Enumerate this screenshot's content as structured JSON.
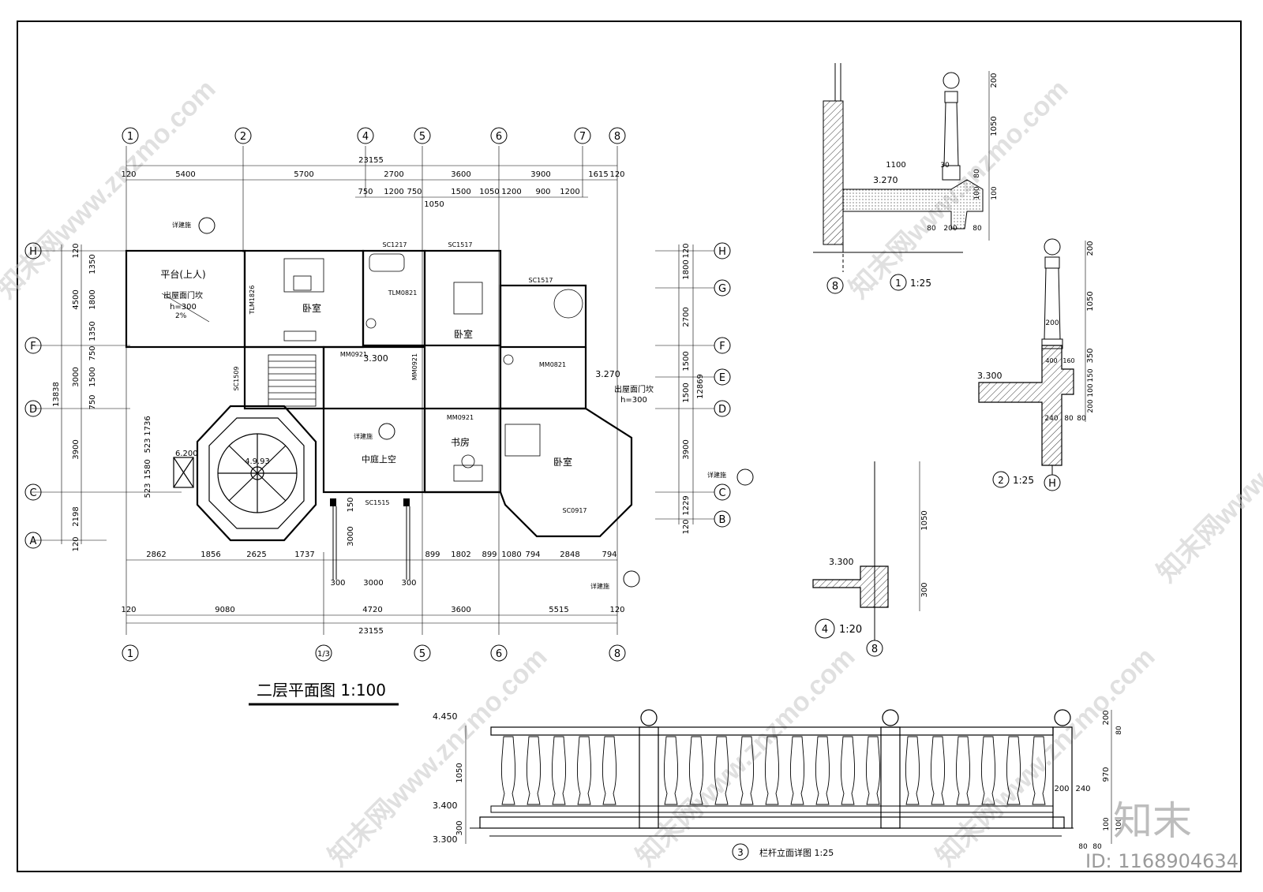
{
  "drawing": {
    "plan_title": "二层平面图 1:100",
    "logo_text": "知末",
    "id_text": "ID: 1168904634"
  },
  "axes_top": [
    "1",
    "2",
    "4",
    "5",
    "6",
    "7",
    "8"
  ],
  "axes_bottom": [
    "1",
    "1/3",
    "5",
    "6",
    "8"
  ],
  "axes_left": [
    "H",
    "F",
    "D",
    "C",
    "A"
  ],
  "axes_right": [
    "H",
    "G",
    "F",
    "E",
    "D",
    "C",
    "B"
  ],
  "dims": {
    "total": "23155",
    "top_row1": [
      "120",
      "5400",
      "5700",
      "2700",
      "3600",
      "3900",
      "1615",
      "120"
    ],
    "top_row2": [
      "750",
      "1200",
      "750",
      "1500",
      "1050",
      "1200",
      "900",
      "1200"
    ],
    "top_extra": "1050",
    "left_outer": "13838",
    "left_inner": [
      "120",
      "1350",
      "4500",
      "1800",
      "1350",
      "750",
      "3000",
      "1500",
      "750",
      "3900",
      "1736",
      "523",
      "1580",
      "523",
      "2198",
      "120"
    ],
    "right_outer": "12869",
    "right_inner": [
      "120",
      "1800",
      "2700",
      "1500",
      "1500",
      "3900",
      "1229",
      "120"
    ],
    "bottom_row1": [
      "2862",
      "1856",
      "2625",
      "1737",
      "899",
      "1802",
      "899",
      "1080",
      "794",
      "2848",
      "794"
    ],
    "bottom_row2": [
      "120",
      "9080",
      "4720",
      "3600",
      "5515",
      "120"
    ],
    "porch": [
      "300",
      "3000",
      "300",
      "3000",
      "150"
    ]
  },
  "rooms": {
    "terrace": "平台(上人)",
    "terrace_door": "出屋面门坎",
    "terrace_h": "h=300",
    "slope": "2%",
    "bedroom1": "卧室",
    "bedroom2": "卧室",
    "bedroom3": "卧室",
    "study": "书房",
    "atrium": "中庭上空",
    "roof_door": "出屋面门坎",
    "roof_h": "h=300",
    "elev_3300": "3.300",
    "elev_3270": "3.270",
    "elev_6200": "6.200",
    "stair_dim": "4.9.93"
  },
  "tags": {
    "sc1217": "SC1217",
    "sc1517a": "SC1517",
    "sc1517b": "SC1517",
    "sc1509": "SC1509",
    "sc1515": "SC1515",
    "sc0917": "SC0917",
    "tlm1826": "TLM1826",
    "tlm0821": "TLM0821",
    "mm0921a": "MM0921",
    "mm0921b": "MM0921",
    "mm0921c": "MM0921",
    "mm0821": "MM0821",
    "detail_ref": "详建施"
  },
  "details": {
    "d1_label": "1:25",
    "d1_num": "1",
    "d1_elev": "3.270",
    "d1_dims": [
      "200",
      "1050",
      "1100",
      "30",
      "80",
      "100",
      "100",
      "80",
      "200",
      "80"
    ],
    "d2_label": "1:25",
    "d2_num": "2",
    "d2_elev": "3.300",
    "d2_dims": [
      "200",
      "1050",
      "200",
      "350",
      "150",
      "100",
      "200",
      "240",
      "80",
      "80",
      "160",
      "400"
    ],
    "d4_label": "1:20",
    "d4_num": "4",
    "d4_elev": "3.300",
    "d4_dims": [
      "1050",
      "300"
    ],
    "d3_label": "栏杆立面详图 1:25",
    "d3_num": "3",
    "d3_elev": [
      "4.450",
      "3.400",
      "3.300"
    ],
    "d3_dims": [
      "1050",
      "300",
      "200",
      "80",
      "970",
      "200",
      "240",
      "100",
      "100",
      "80",
      "80"
    ]
  },
  "watermark": "知末网www.znzmo.com"
}
